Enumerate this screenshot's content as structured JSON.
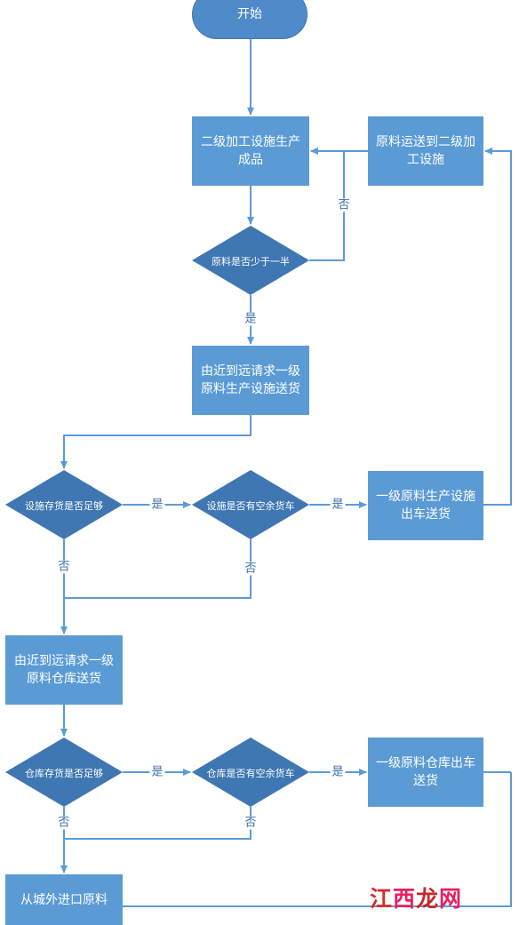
{
  "nodes": {
    "start": "开始",
    "secondary_production": [
      "二级加工设施生产",
      "成品"
    ],
    "raw_to_secondary": [
      "原料运送到二级加",
      "工设施"
    ],
    "check_half": "原料是否少于一半",
    "request_facility": [
      "由近到远请求一级",
      "原料生产设施送货"
    ],
    "facility_stock_check": "设施存货是否足够",
    "facility_truck_check": "设施是否有空余货车",
    "facility_deliver": [
      "一级原料生产设施",
      "出车送货"
    ],
    "request_warehouse": [
      "由近到远请求一级",
      "原料仓库送货"
    ],
    "warehouse_stock_check": "仓库存货是否足够",
    "warehouse_truck_check": "仓库是否有空余货车",
    "warehouse_deliver": [
      "一级原料仓库出车",
      "送货"
    ],
    "import": "从城外进口原料"
  },
  "edge_labels": {
    "no_half": "否",
    "yes_half": "是",
    "yes_facility_stock": "是",
    "yes_facility_truck": "是",
    "no_facility_stock": "否",
    "no_facility_truck": "否",
    "yes_warehouse_stock": "是",
    "yes_warehouse_truck": "是",
    "no_warehouse_stock": "否",
    "no_warehouse_truck": "否"
  },
  "watermark": [
    "江",
    "西",
    "龙",
    "网"
  ],
  "colors": {
    "fill": "#5b9bd5",
    "diamond": "#3f77b3",
    "line": "#5b9bd5",
    "text": "#ffffff"
  }
}
